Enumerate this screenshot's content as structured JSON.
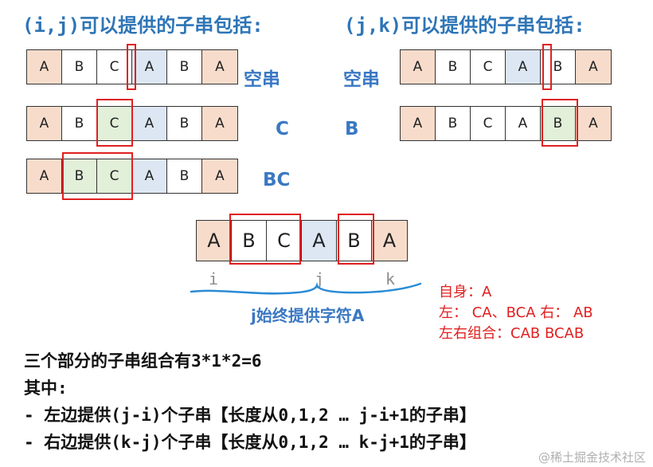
{
  "headings": {
    "left": "(i,j)可以提供的子串包括:",
    "right": "(j,k)可以提供的子串包括:"
  },
  "strip_letters": [
    "A",
    "B",
    "C",
    "A",
    "B",
    "A"
  ],
  "left_cases": [
    {
      "label": "空串"
    },
    {
      "label": "C"
    },
    {
      "label": "BC"
    }
  ],
  "right_cases": [
    {
      "label": "空串"
    },
    {
      "label": "B"
    }
  ],
  "main_strip": {
    "letters": [
      "A",
      "B",
      "C",
      "A",
      "B",
      "A"
    ],
    "indices": {
      "i": "i",
      "j": "j",
      "k": "k"
    },
    "caption": "j始终提供字符A"
  },
  "notes": {
    "self": "自身：A",
    "left_right": "左：  CA、BCA   右：  AB",
    "combined": "左右组合：CAB  BCAB"
  },
  "summary": {
    "line1": "三个部分的子串组合有3*1*2=6",
    "line2": "其中:",
    "line3": "-  左边提供(j-i)个子串【长度从0,1,2 … j-i+1的子串】",
    "line4": "-  右边提供(k-j)个子串【长度从0,1,2 … k-j+1的子串】"
  },
  "watermark": "@稀土掘金技术社区",
  "colors": {
    "peach": "#f8dccb",
    "blue_cell": "#dce7f3",
    "green_cell": "#e2efd9",
    "highlight": "#e02020",
    "heading": "#2e75b6"
  }
}
